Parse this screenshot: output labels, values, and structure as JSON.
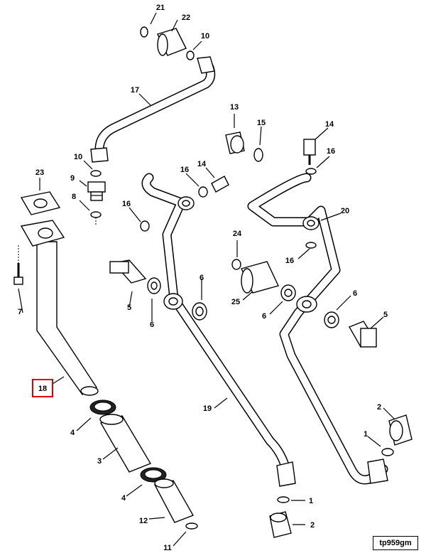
{
  "diagram_code": "tp959gm",
  "highlight": {
    "callout": "18",
    "color": "#e00000"
  },
  "callouts": {
    "c21": "21",
    "c22": "22",
    "c10a": "10",
    "c17": "17",
    "c10b": "10",
    "c9": "9",
    "c8": "8",
    "c23": "23",
    "c7": "7",
    "c18": "18",
    "c16a": "16",
    "c14a": "14",
    "c16b": "16",
    "c5a": "5",
    "c6a": "6",
    "c6b": "6",
    "c13": "13",
    "c15": "15",
    "c14b": "14",
    "c16c": "16",
    "c20": "20",
    "c16d": "16",
    "c24": "24",
    "c25": "25",
    "c6c": "6",
    "c6d": "6",
    "c5b": "5",
    "c19": "19",
    "c4a": "4",
    "c3": "3",
    "c4b": "4",
    "c12": "12",
    "c11": "11",
    "c2a": "2",
    "c1a": "1",
    "c1b": "1",
    "c2b": "2"
  }
}
